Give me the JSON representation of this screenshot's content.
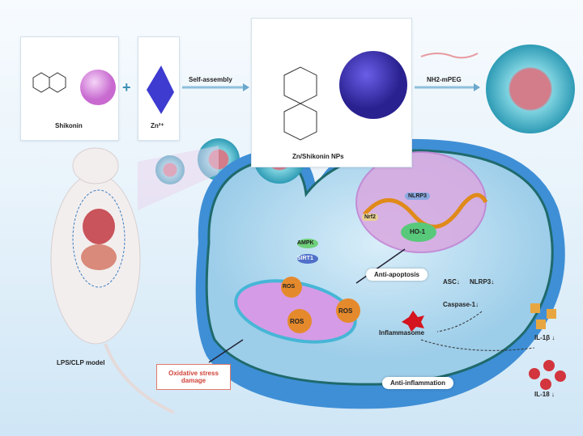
{
  "synthesis": {
    "shikonin_label": "Shikonin",
    "zn_label": "Zn²⁺",
    "plus": "+",
    "self_assembly_label": "Self-assembly",
    "nps_label": "Zn/Shikonin NPs",
    "peg_label": "NH2-mPEG"
  },
  "model": {
    "label": "LPS/CLP model"
  },
  "cell": {
    "ampk": "AMPK",
    "sirt1": "SIRT1",
    "nrf2": "Nrf2",
    "nlrp3_gene": "NLRP3",
    "ho1": "HO-1",
    "anti_apoptosis": "Anti-apoptosis",
    "asc": "ASC↓",
    "nlrp3": "NLRP3↓",
    "caspase1": "Caspase-1↓",
    "inflammasome": "Inflammasome",
    "ros": [
      "ROS",
      "ROS",
      "ROS"
    ],
    "oxidative_stress": "Oxidative stress damage",
    "anti_inflammation": "Anti-inflammation",
    "il1b": "IL-1β ↓",
    "il18": "IL-18 ↓"
  },
  "colors": {
    "membrane": "#3f8fd6",
    "cytoplasm": "#bfe0f2",
    "nucleus": "#d9a8e0",
    "mito": "#d69be6",
    "ros": "#e58a2c"
  }
}
